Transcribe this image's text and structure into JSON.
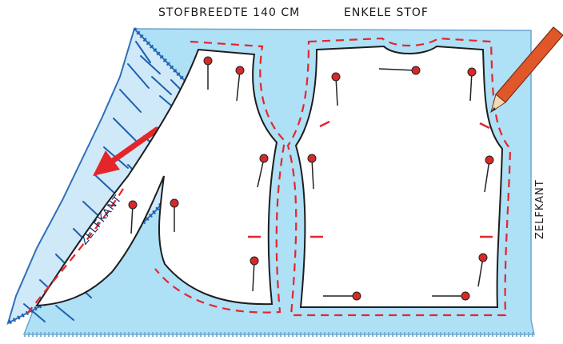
{
  "labels": {
    "fabric_width": "STOFBREEDTE  140 CM",
    "single_fabric": "ENKELE STOF",
    "selvage_right": "ZELFKANT",
    "selvage_left": "ZELFKANT"
  },
  "colors": {
    "fabric": "#aee0f6",
    "fabric_fold": "#3d7fc7",
    "pattern_fill": "#ffffff",
    "outline": "#1e1e1e",
    "seam_dash": "#e4262b",
    "pin_head": "#d52a28",
    "arrow": "#e4262b",
    "pencil": "#e0572a"
  },
  "icons": [
    "pin-icon",
    "pencil-icon",
    "arrow-icon"
  ]
}
